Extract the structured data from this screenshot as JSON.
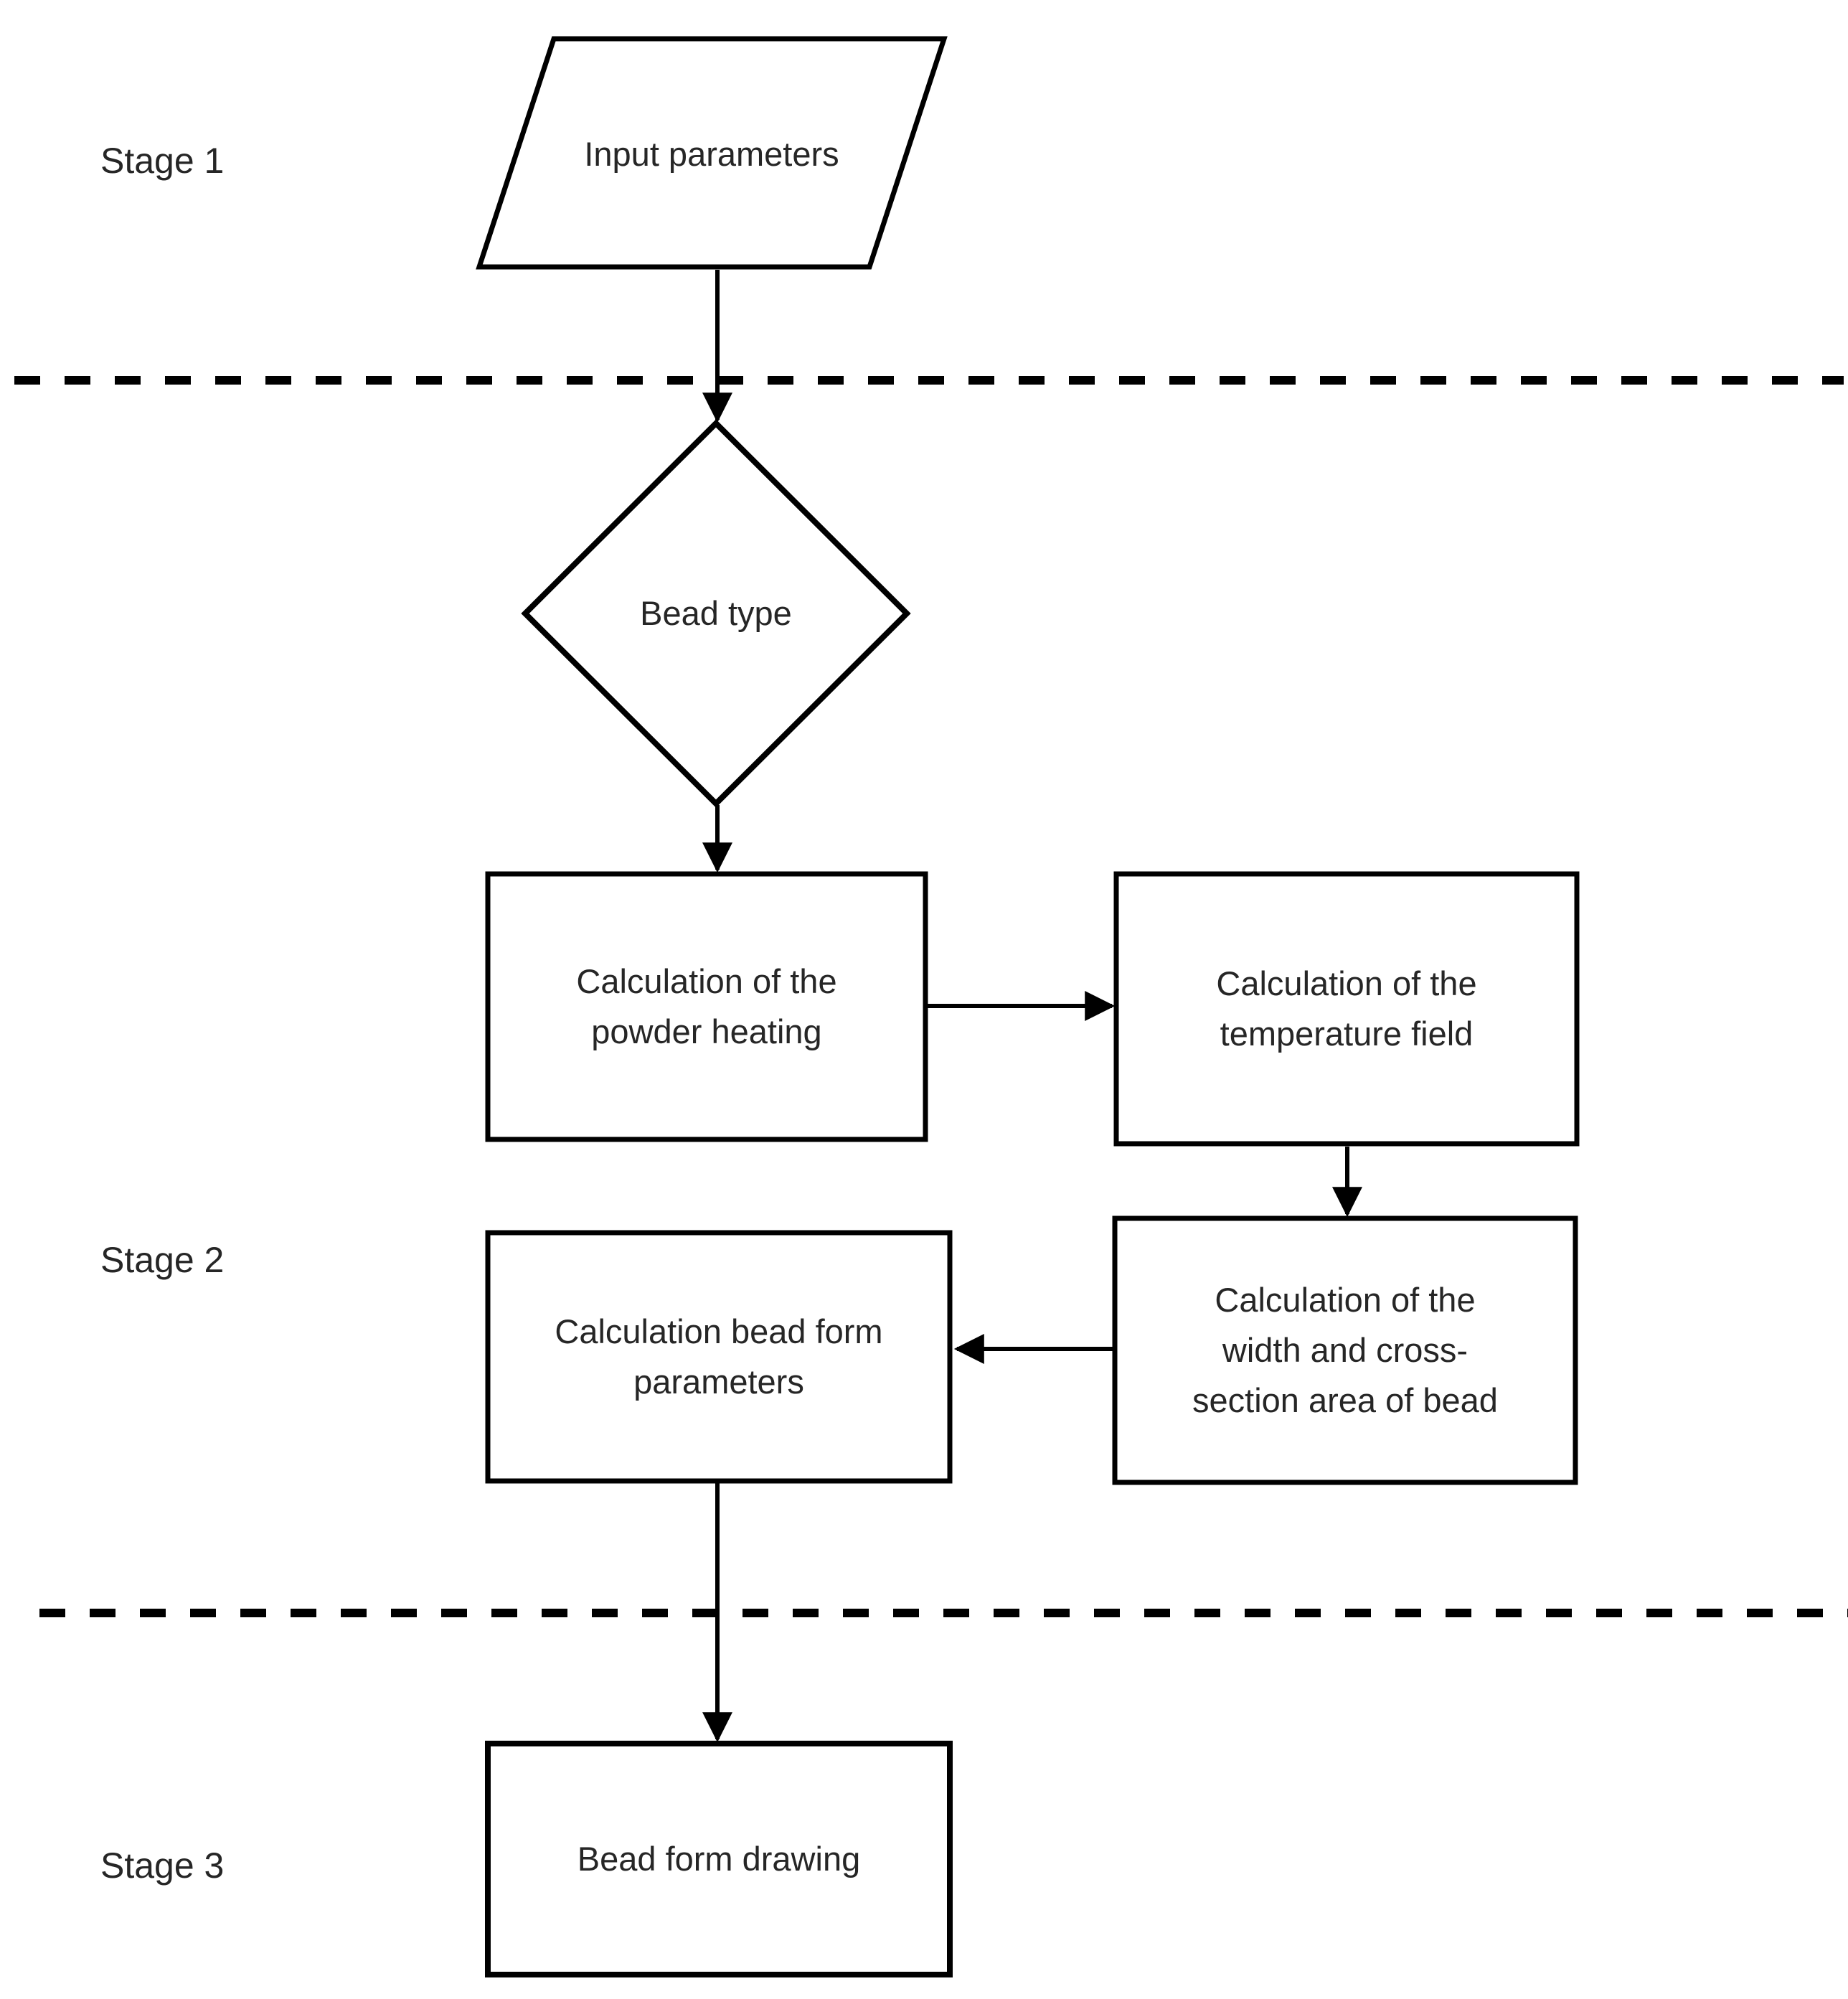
{
  "stages": [
    {
      "label": "Stage 1"
    },
    {
      "label": "Stage 2"
    },
    {
      "label": "Stage 3"
    }
  ],
  "nodes": {
    "input_parameters": {
      "label": "Input parameters",
      "shape": "parallelogram"
    },
    "bead_type": {
      "label": "Bead type",
      "shape": "diamond"
    },
    "powder_heating": {
      "label": "Calculation of the\npowder heating",
      "shape": "process"
    },
    "temperature_field": {
      "label": "Calculation of the\ntemperature field",
      "shape": "process"
    },
    "width_cross_section": {
      "label": "Calculation of the\nwidth and cross-\nsection area of bead",
      "shape": "process"
    },
    "bead_form_parameters": {
      "label": "Calculation bead form\nparameters",
      "shape": "process"
    },
    "bead_form_drawing": {
      "label": "Bead form drawing",
      "shape": "process"
    }
  },
  "edges": [
    {
      "from": "input_parameters",
      "to": "bead_type"
    },
    {
      "from": "bead_type",
      "to": "powder_heating"
    },
    {
      "from": "powder_heating",
      "to": "temperature_field"
    },
    {
      "from": "temperature_field",
      "to": "width_cross_section"
    },
    {
      "from": "width_cross_section",
      "to": "bead_form_parameters"
    },
    {
      "from": "bead_form_parameters",
      "to": "bead_form_drawing"
    }
  ],
  "colors": {
    "stroke": "#000000",
    "text": "#262626",
    "background": "#ffffff"
  }
}
